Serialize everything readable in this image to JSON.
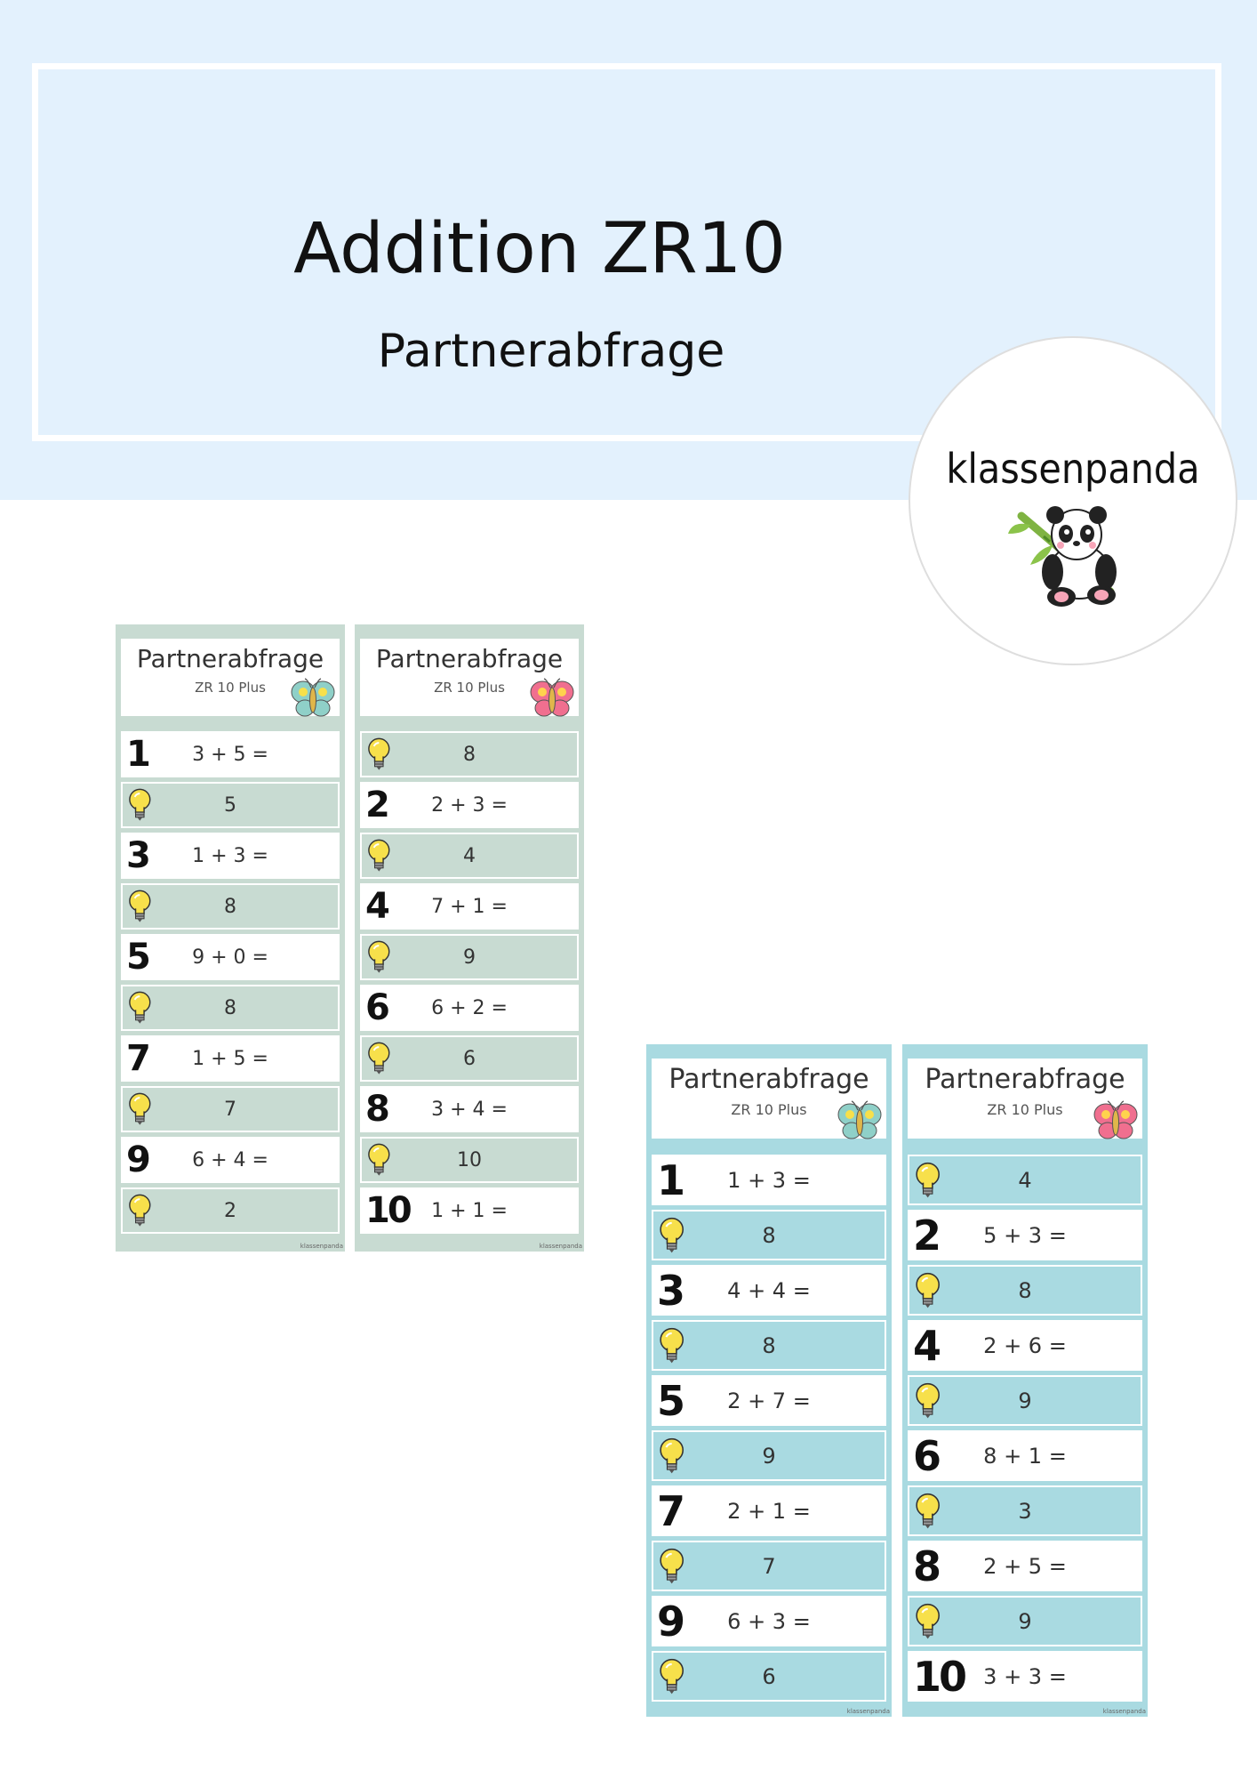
{
  "header": {
    "title": "Addition ZR10",
    "subtitle": "Partnerabfrage",
    "logo_text": "klassenpanda",
    "logo_icon": "panda-with-bamboo-icon"
  },
  "colors": {
    "header_bg": "#e3f1fd",
    "green_card": "#c8dbd2",
    "blue_card": "#a9dae1"
  },
  "cards": [
    {
      "title": "Partnerabfrage",
      "subtitle": "ZR 10 Plus",
      "icon": "butterfly-green-icon",
      "footer": "klassenpanda",
      "rows": [
        {
          "type": "q",
          "num": "1",
          "text": "3 + 5 ="
        },
        {
          "type": "a",
          "text": "5"
        },
        {
          "type": "q",
          "num": "3",
          "text": "1 + 3 ="
        },
        {
          "type": "a",
          "text": "8"
        },
        {
          "type": "q",
          "num": "5",
          "text": "9 + 0 ="
        },
        {
          "type": "a",
          "text": "8"
        },
        {
          "type": "q",
          "num": "7",
          "text": "1 + 5 ="
        },
        {
          "type": "a",
          "text": "7"
        },
        {
          "type": "q",
          "num": "9",
          "text": "6 + 4 ="
        },
        {
          "type": "a",
          "text": "2"
        }
      ]
    },
    {
      "title": "Partnerabfrage",
      "subtitle": "ZR 10 Plus",
      "icon": "butterfly-pink-icon",
      "footer": "klassenpanda",
      "rows": [
        {
          "type": "a",
          "text": "8"
        },
        {
          "type": "q",
          "num": "2",
          "text": "2 + 3 ="
        },
        {
          "type": "a",
          "text": "4"
        },
        {
          "type": "q",
          "num": "4",
          "text": "7 + 1 ="
        },
        {
          "type": "a",
          "text": "9"
        },
        {
          "type": "q",
          "num": "6",
          "text": "6 + 2 ="
        },
        {
          "type": "a",
          "text": "6"
        },
        {
          "type": "q",
          "num": "8",
          "text": "3 + 4 ="
        },
        {
          "type": "a",
          "text": "10"
        },
        {
          "type": "q",
          "num": "10",
          "text": "1 + 1 ="
        }
      ]
    },
    {
      "title": "Partnerabfrage",
      "subtitle": "ZR 10 Plus",
      "icon": "butterfly-green-icon",
      "footer": "klassenpanda",
      "rows": [
        {
          "type": "q",
          "num": "1",
          "text": "1 + 3 ="
        },
        {
          "type": "a",
          "text": "8"
        },
        {
          "type": "q",
          "num": "3",
          "text": "4 + 4 ="
        },
        {
          "type": "a",
          "text": "8"
        },
        {
          "type": "q",
          "num": "5",
          "text": "2 + 7 ="
        },
        {
          "type": "a",
          "text": "9"
        },
        {
          "type": "q",
          "num": "7",
          "text": "2 + 1 ="
        },
        {
          "type": "a",
          "text": "7"
        },
        {
          "type": "q",
          "num": "9",
          "text": "6 + 3 ="
        },
        {
          "type": "a",
          "text": "6"
        }
      ]
    },
    {
      "title": "Partnerabfrage",
      "subtitle": "ZR 10 Plus",
      "icon": "butterfly-pink-icon",
      "footer": "klassenpanda",
      "rows": [
        {
          "type": "a",
          "text": "4"
        },
        {
          "type": "q",
          "num": "2",
          "text": "5 + 3 ="
        },
        {
          "type": "a",
          "text": "8"
        },
        {
          "type": "q",
          "num": "4",
          "text": "2 + 6 ="
        },
        {
          "type": "a",
          "text": "9"
        },
        {
          "type": "q",
          "num": "6",
          "text": "8 + 1 ="
        },
        {
          "type": "a",
          "text": "3"
        },
        {
          "type": "q",
          "num": "8",
          "text": "2 + 5 ="
        },
        {
          "type": "a",
          "text": "9"
        },
        {
          "type": "q",
          "num": "10",
          "text": "3 + 3 ="
        }
      ]
    }
  ]
}
